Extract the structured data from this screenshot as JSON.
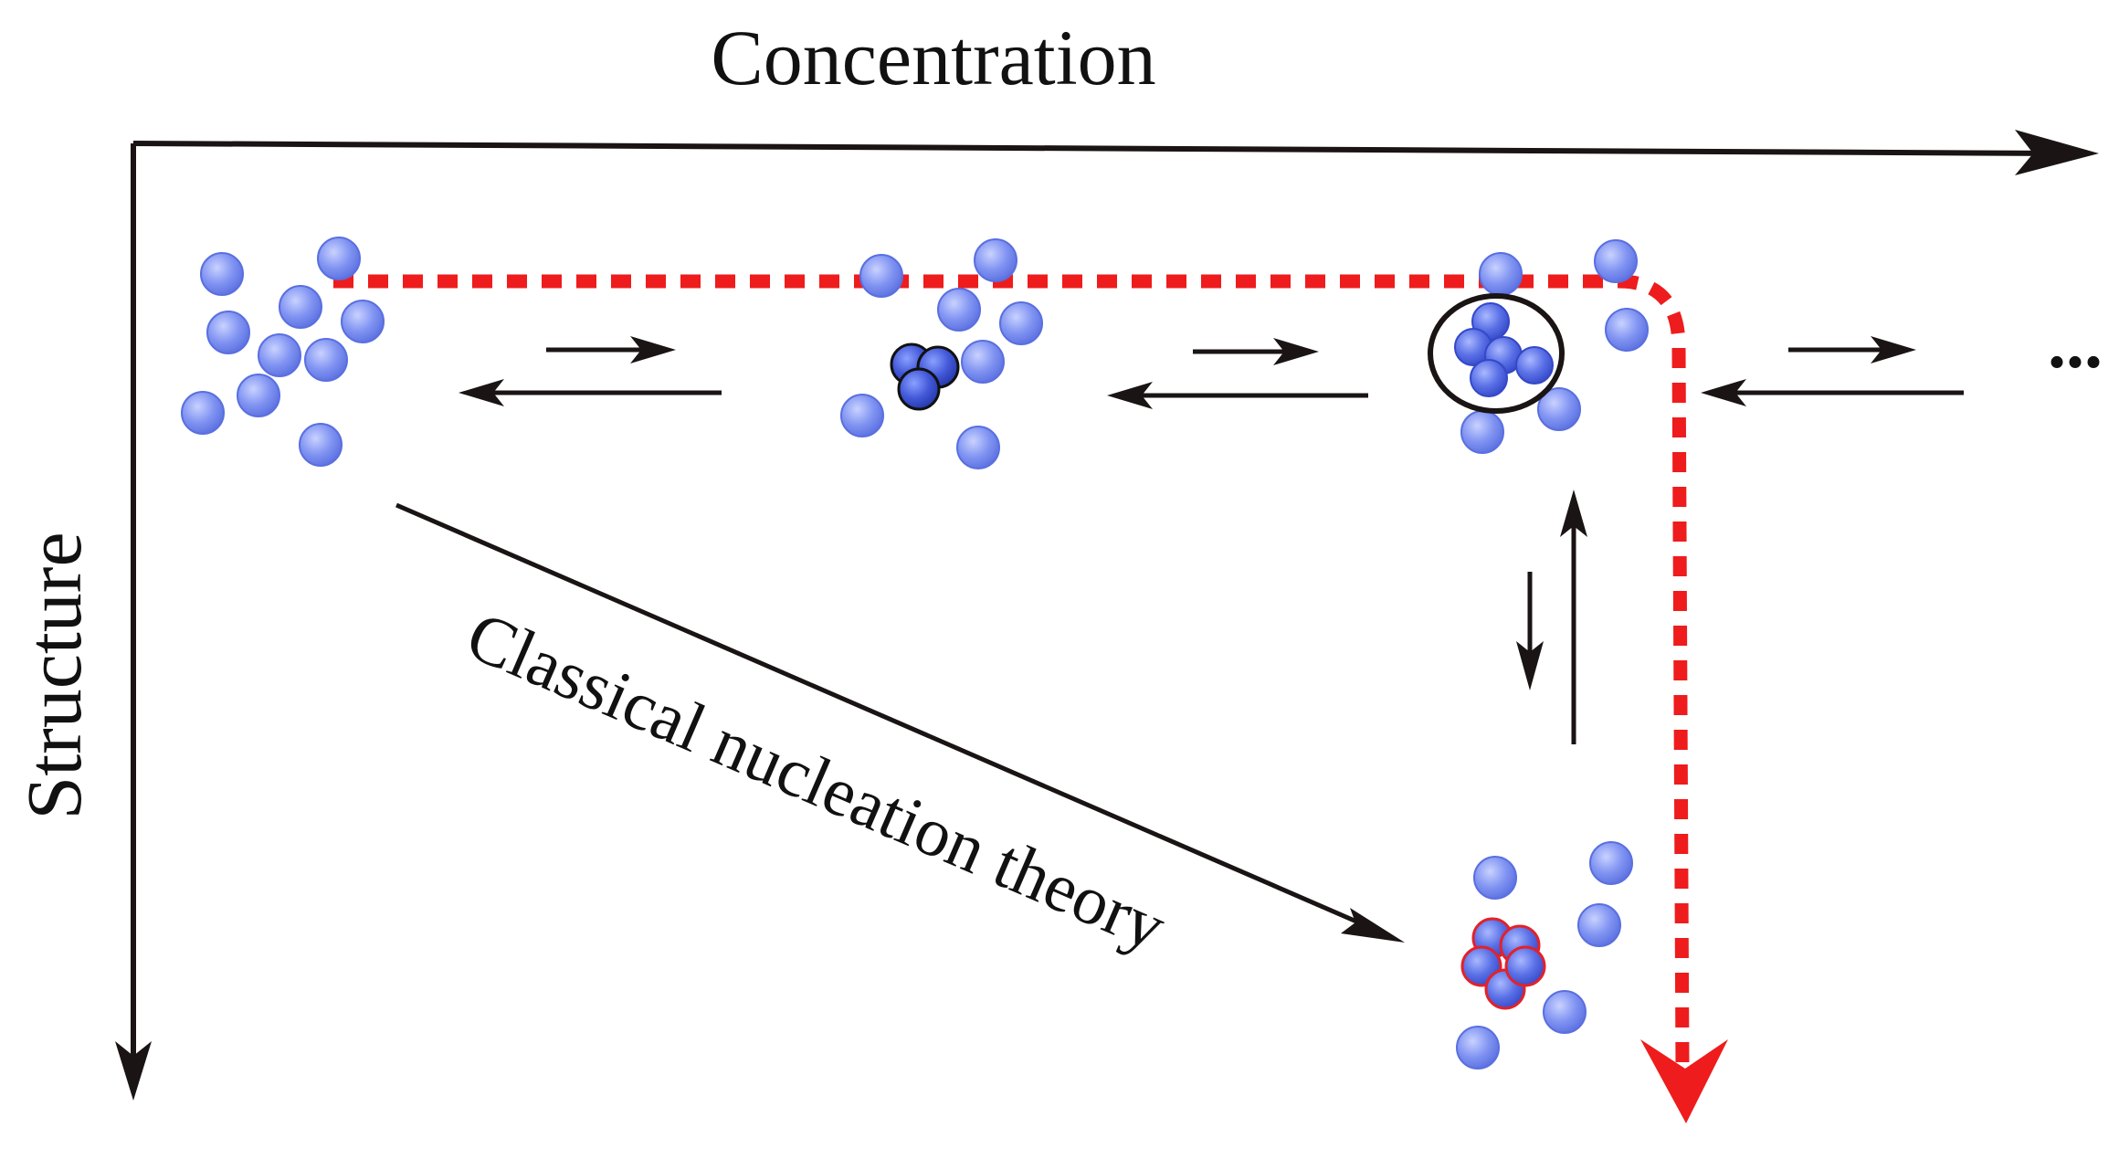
{
  "labels": {
    "x_axis": "Concentration",
    "y_axis": "Structure",
    "pathway": "Classical nucleation theory",
    "continuation": "..."
  },
  "colors": {
    "monomer": "#7b8ff0",
    "monomer_dark": "#4f63d8",
    "cluster_dark": "#3a4fc4",
    "nucleus_outline": "#e2222a",
    "pathway": "#ee1c1c",
    "arrow": "#1a1414"
  },
  "stages": [
    {
      "name": "free-monomers"
    },
    {
      "name": "prenucleation-cluster"
    },
    {
      "name": "dense-cluster"
    },
    {
      "name": "crystalline-nucleus"
    }
  ]
}
